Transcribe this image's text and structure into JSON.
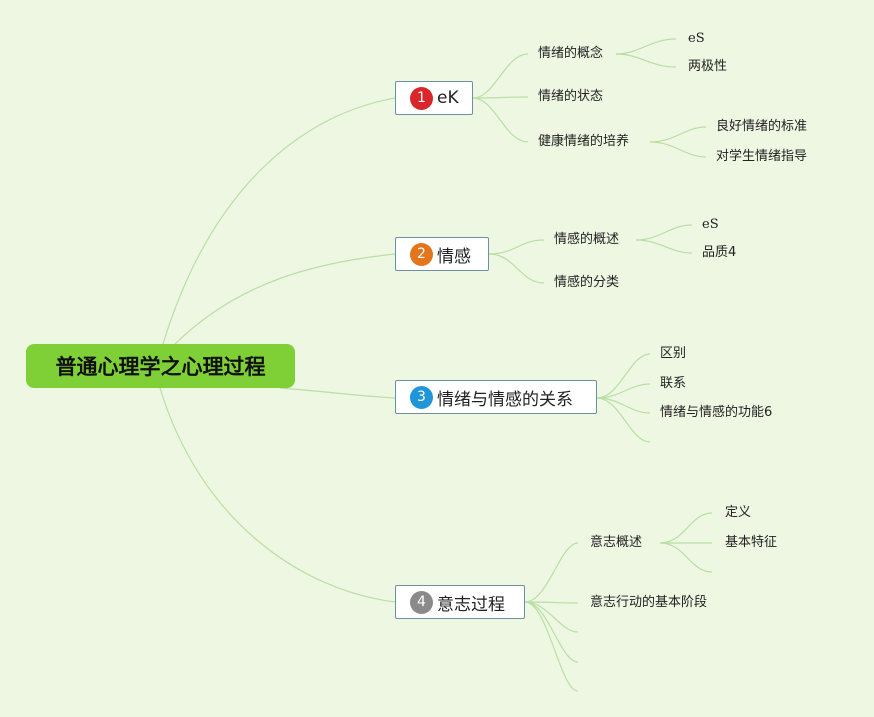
{
  "root": {
    "label": "普通心理学之心理过程"
  },
  "topics": [
    {
      "number": "1",
      "label": "eK",
      "children": [
        {
          "label": "情绪的概念",
          "children": [
            {
              "label": "eS"
            },
            {
              "label": "两极性"
            }
          ]
        },
        {
          "label": "情绪的状态"
        },
        {
          "label": "健康情绪的培养",
          "children": [
            {
              "label": "良好情绪的标准"
            },
            {
              "label": "对学生情绪指导"
            }
          ]
        }
      ]
    },
    {
      "number": "2",
      "label": "情感",
      "children": [
        {
          "label": "情感的概述",
          "children": [
            {
              "label": "eS"
            },
            {
              "label": "品质4"
            }
          ]
        },
        {
          "label": "情感的分类"
        }
      ]
    },
    {
      "number": "3",
      "label": "情绪与情感的关系",
      "children": [
        {
          "label": "区别"
        },
        {
          "label": "联系"
        },
        {
          "label": "情绪与情感的功能6"
        }
      ]
    },
    {
      "number": "4",
      "label": "意志过程",
      "children": [
        {
          "label": "意志概述",
          "children": [
            {
              "label": "定义"
            },
            {
              "label": "基本特征"
            }
          ]
        },
        {
          "label": "意志行动的基本阶段"
        }
      ]
    }
  ],
  "colors": {
    "background": "#eef7e2",
    "root_fill": "#7ed036",
    "connector": "#b9dfa4",
    "topic_border": "#6d8fa4",
    "badge_1": "#d8262a",
    "badge_2": "#e3751c",
    "badge_3": "#1e96d8",
    "badge_4": "#8a8a8a"
  }
}
